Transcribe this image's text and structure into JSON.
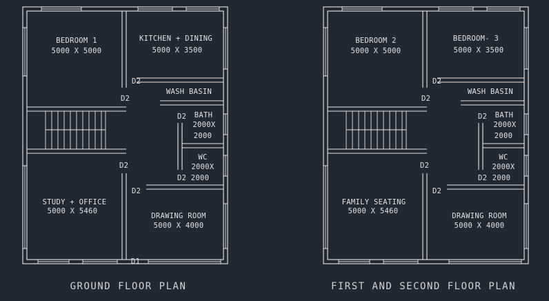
{
  "ground": {
    "title": "GROUND FLOOR PLAN",
    "bedroom1": {
      "name": "BEDROOM 1",
      "size": "5000 X 5000"
    },
    "kitchen": {
      "name": "KITCHEN + DINING",
      "size": "5000 X 3500"
    },
    "wash": "WASH BASIN",
    "bath": {
      "name": "BATH",
      "l1": "2000X",
      "l2": "2000"
    },
    "wc": {
      "name": "WC",
      "l1": "2000X",
      "l2": "2000"
    },
    "study": {
      "name": "STUDY + OFFICE",
      "size": "5000 X 5460"
    },
    "drawing": {
      "name": "DRAWING ROOM",
      "size": "5000 X 4000"
    },
    "doors": {
      "d2a": "D2",
      "d2b": "D2",
      "d2c": "D2",
      "d2d": "D2",
      "d2e": "D2",
      "d1": "D1"
    }
  },
  "first": {
    "title": "FIRST AND SECOND FLOOR PLAN",
    "bedroom2": {
      "name": "BEDROOM 2",
      "size": "5000 X 5000"
    },
    "bedroom3": {
      "name": "BEDROOM- 3",
      "size": "5000 X 3500"
    },
    "wash": "WASH BASIN",
    "bath": {
      "name": "BATH",
      "l1": "2000X",
      "l2": "2000"
    },
    "wc": {
      "name": "WC",
      "l1": "2000X",
      "l2": "2000"
    },
    "family": {
      "name": "FAMILY SEATING",
      "size": "5000 X 5460"
    },
    "drawing": {
      "name": "DRAWING ROOM",
      "size": "5000 X 4000"
    },
    "doors": {
      "d2a": "D2",
      "d2b": "D2",
      "d2c": "D2",
      "d2d": "D2",
      "d2e": "D2"
    }
  }
}
